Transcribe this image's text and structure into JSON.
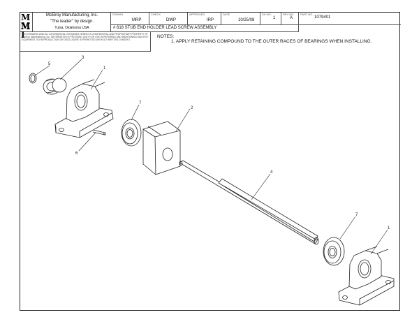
{
  "logo": {
    "line1": "M M",
    "line2": "M I"
  },
  "company": {
    "name": "McElroy Manufacturing, Inc.",
    "tagline": "\"The leader\" by design.",
    "location": "Tulsa, Oklahoma USA"
  },
  "title_block": {
    "drawn_label": "DRAWN",
    "drawn_value": "MRP",
    "check_label": "CHECK",
    "check_value": "DWP",
    "approved_label": "APPROVED",
    "approved_value": "IRP",
    "date_label": "DATE",
    "date_value": "10/25/08",
    "sheet_label": "SH NO.",
    "sheet_value": "1",
    "rev_label": "REV NO.",
    "rev_value": "A",
    "part_label": "PART NO.",
    "part_value": "1079401",
    "title": "# 618 STUB END HOLDER LEAD SCREW ASSEMBLY"
  },
  "notice": "THIS DRAWING AND ALL INFORMATION CONTAINED HEREIN IS CONFIDENTIAL AND PROPRIETARY PROPERTY OF McElroy Manufacturing, Inc. INFORMATION IS PROVIDED ONLY FOR USE IN REPAIRING AND MAINTAINING McELROY EQUIPMENT. NO REPRODUCTION OR DISCLOSURE IS PERMITTED WITHOUT WRITTEN CONSENT.",
  "notes": {
    "label": "NOTES:",
    "items": [
      "1.  APPLY RETAINING COMPOUND TO THE OUTER RACES OF BEARINGS WHEN INSTALLING."
    ]
  },
  "balloons": [
    "1",
    "2",
    "3",
    "4",
    "5",
    "6",
    "7",
    "7",
    "1"
  ]
}
